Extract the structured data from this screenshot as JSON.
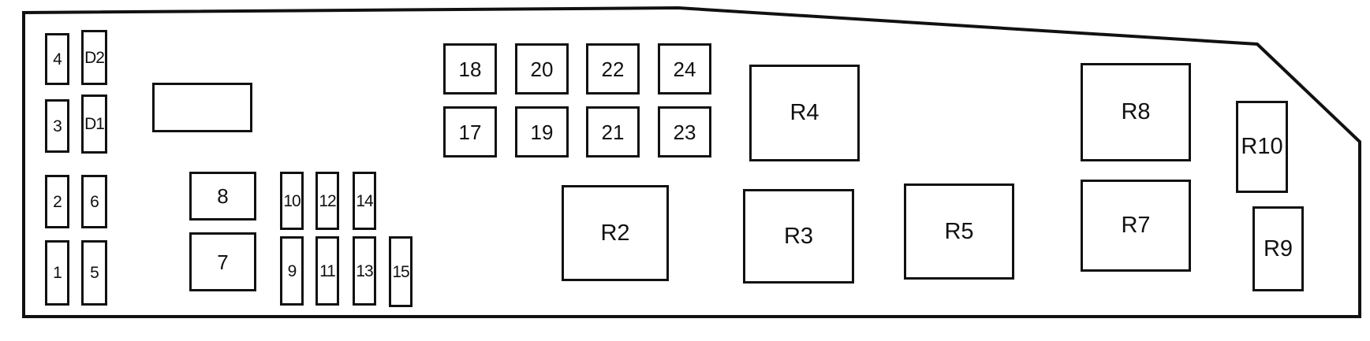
{
  "fusebox": {
    "col_a": [
      "4",
      "3",
      "2",
      "1"
    ],
    "col_b": [
      "D2",
      "D1",
      "6",
      "5"
    ],
    "mid": [
      "8",
      "7"
    ],
    "narrow": [
      "10",
      "9",
      "12",
      "11",
      "14",
      "13",
      "15"
    ],
    "grid_top": [
      "18",
      "20",
      "22",
      "24"
    ],
    "grid_bottom": [
      "17",
      "19",
      "21",
      "23"
    ],
    "relays": [
      "R2",
      "R3",
      "R4",
      "R5",
      "R7",
      "R8",
      "R9",
      "R10"
    ],
    "colors": {
      "line": "#111111",
      "background": "#ffffff"
    }
  }
}
